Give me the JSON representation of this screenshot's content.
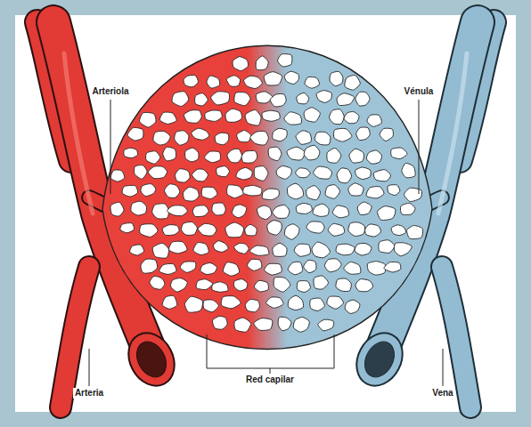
{
  "diagram": {
    "labels": [
      "Arteriola",
      "Vénula",
      "Red capilar",
      "Arteria",
      "Vena"
    ]
  }
}
